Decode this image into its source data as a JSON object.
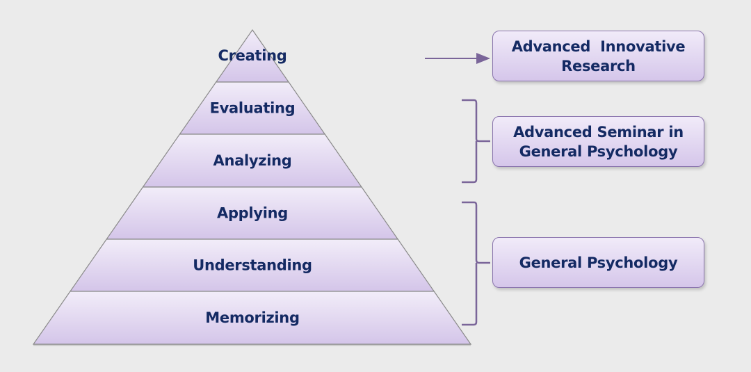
{
  "title": "Bloom's taxonomy levels mapped to courses",
  "pyramid": {
    "levels": [
      {
        "label": "Creating"
      },
      {
        "label": "Evaluating"
      },
      {
        "label": "Analyzing"
      },
      {
        "label": "Applying"
      },
      {
        "label": "Understanding"
      },
      {
        "label": "Memorizing"
      }
    ]
  },
  "courses": [
    {
      "lines": [
        "Advanced  Innovative",
        "Research"
      ],
      "levels": [
        "Creating"
      ],
      "connector": "arrow"
    },
    {
      "lines": [
        "Advanced Seminar in",
        "General Psychology"
      ],
      "levels": [
        "Evaluating",
        "Analyzing"
      ],
      "connector": "bracket"
    },
    {
      "lines": [
        "General Psychology"
      ],
      "levels": [
        "Applying",
        "Understanding",
        "Memorizing"
      ],
      "connector": "bracket"
    }
  ],
  "colors": {
    "background": "#ebebeb",
    "layer_fill_top": "#f1ebf9",
    "layer_fill_bottom": "#d3c3e8",
    "outline": "#8a8a8a",
    "text": "#142a63",
    "connector": "#7a6599"
  }
}
